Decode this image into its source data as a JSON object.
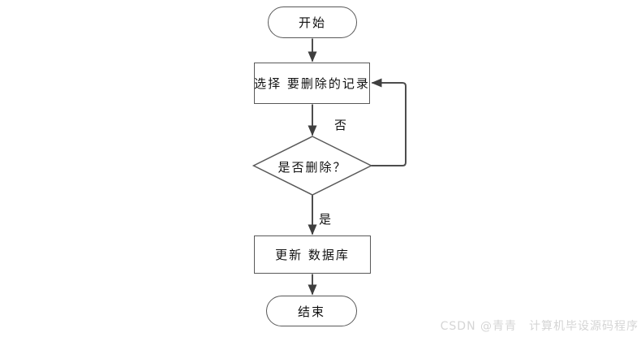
{
  "flowchart": {
    "title": "delete-record-flowchart",
    "nodes": {
      "start": {
        "label": "开始",
        "shape": "stadium"
      },
      "select": {
        "label": "选择 要删除的记录",
        "shape": "rectangle"
      },
      "decision": {
        "label": "是否删除？",
        "shape": "diamond"
      },
      "update": {
        "label": "更新 数据库",
        "shape": "rectangle"
      },
      "end": {
        "label": "结束",
        "shape": "stadium"
      }
    },
    "edges": {
      "no_label": "否",
      "yes_label": "是"
    },
    "colors": {
      "shape_border": "#595959",
      "connector": "#4d4d4d",
      "arrowhead": "#3f3f3f",
      "text": "#111111",
      "watermark_text": "#d5d5d5",
      "background": "#ffffff"
    }
  },
  "watermark": {
    "text": "CSDN @青青　计算机毕设源码程序"
  }
}
